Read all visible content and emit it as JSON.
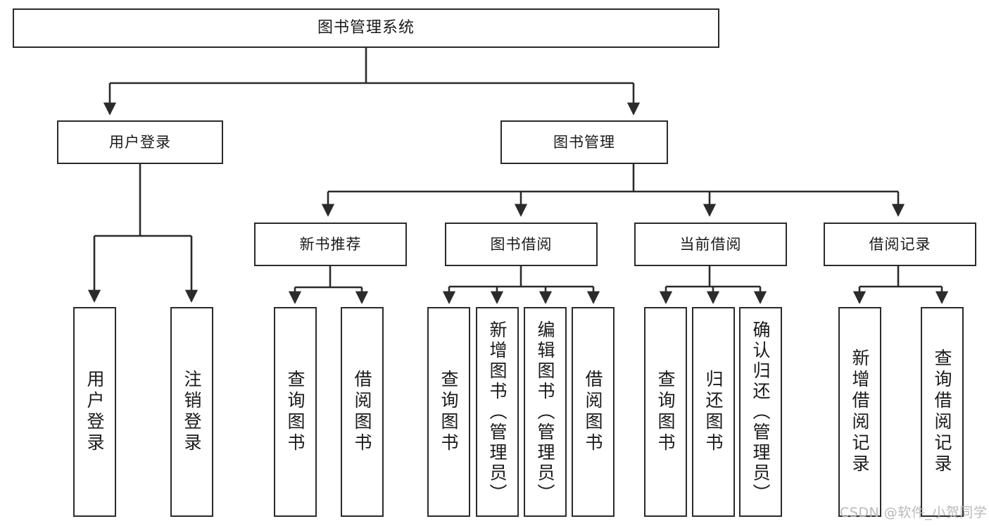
{
  "diagram": {
    "title": "图书管理系统",
    "type": "tree",
    "watermark": "CSDN @软件_小贺同学",
    "colors": {
      "box_border": "#2b2b2b",
      "box_fill": "#ffffff",
      "line": "#2b2b2b",
      "text": "#1a1a1a",
      "watermark": "#b9b9b9"
    },
    "levels": {
      "root": "图书管理系统",
      "level2": [
        "用户登录",
        "图书管理"
      ],
      "level3": [
        "新书推荐",
        "图书借阅",
        "当前借阅",
        "借阅记录"
      ]
    },
    "nodes": {
      "root": {
        "label": "图书管理系统"
      },
      "user_login": {
        "label": "用户登录"
      },
      "book_manage": {
        "label": "图书管理"
      },
      "new_book_rec": {
        "label": "新书推荐"
      },
      "book_borrow": {
        "label": "图书借阅"
      },
      "current_borrow": {
        "label": "当前借阅"
      },
      "borrow_record": {
        "label": "借阅记录"
      }
    },
    "leaves": {
      "user_login": [
        "用户登录",
        "注销登录"
      ],
      "new_book_rec": [
        "查询图书",
        "借阅图书"
      ],
      "book_borrow": [
        "查询图书",
        "新增图书（管理员）",
        "编辑图书（管理员）",
        "借阅图书"
      ],
      "current_borrow": [
        "查询图书",
        "归还图书",
        "确认归还（管理员）"
      ],
      "borrow_record": [
        "新增借阅记录",
        "查询借阅记录"
      ]
    },
    "edges": [
      {
        "from": "图书管理系统",
        "to": "用户登录"
      },
      {
        "from": "图书管理系统",
        "to": "图书管理"
      },
      {
        "from": "图书管理",
        "to": "新书推荐"
      },
      {
        "from": "图书管理",
        "to": "图书借阅"
      },
      {
        "from": "图书管理",
        "to": "当前借阅"
      },
      {
        "from": "图书管理",
        "to": "借阅记录"
      },
      {
        "from": "用户登录",
        "to": "用户登录"
      },
      {
        "from": "用户登录",
        "to": "注销登录"
      },
      {
        "from": "新书推荐",
        "to": "查询图书"
      },
      {
        "from": "新书推荐",
        "to": "借阅图书"
      },
      {
        "from": "图书借阅",
        "to": "查询图书"
      },
      {
        "from": "图书借阅",
        "to": "新增图书（管理员）"
      },
      {
        "from": "图书借阅",
        "to": "编辑图书（管理员）"
      },
      {
        "from": "图书借阅",
        "to": "借阅图书"
      },
      {
        "from": "当前借阅",
        "to": "查询图书"
      },
      {
        "from": "当前借阅",
        "to": "归还图书"
      },
      {
        "from": "当前借阅",
        "to": "确认归还（管理员）"
      },
      {
        "from": "借阅记录",
        "to": "新增借阅记录"
      },
      {
        "from": "借阅记录",
        "to": "查询借阅记录"
      }
    ]
  }
}
